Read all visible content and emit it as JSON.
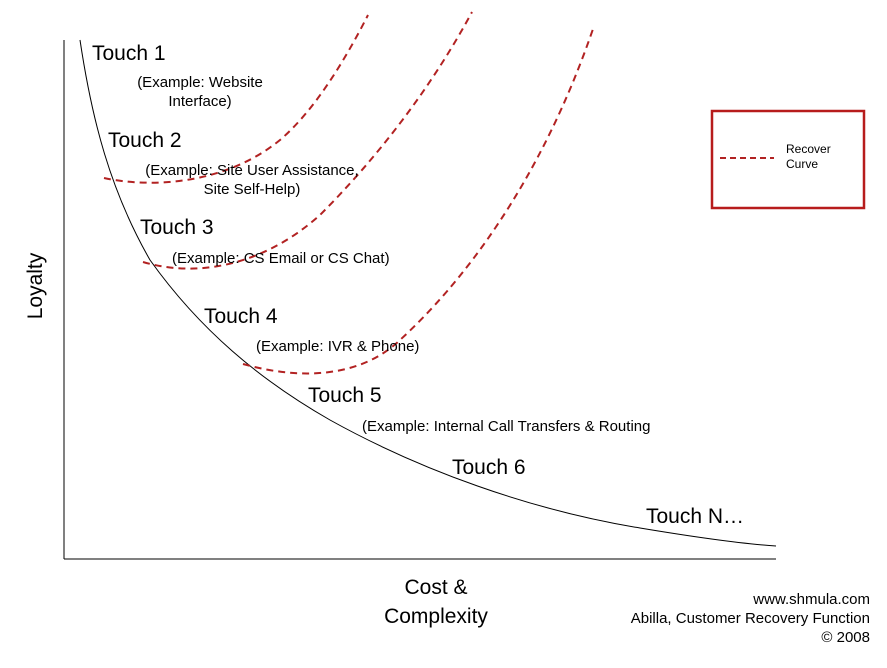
{
  "axes": {
    "x_label_lines": [
      "Cost &",
      "Complexity"
    ],
    "y_label": "Loyalty"
  },
  "touches": [
    {
      "title": "Touch 1",
      "example_lines": [
        "(Example: Website",
        "Interface)"
      ]
    },
    {
      "title": "Touch 2",
      "example_lines": [
        "(Example: Site User Assistance,",
        "Site Self-Help)"
      ]
    },
    {
      "title": "Touch 3",
      "example_lines": [
        "(Example: CS Email or CS Chat)"
      ]
    },
    {
      "title": "Touch 4",
      "example_lines": [
        "(Example: IVR & Phone)"
      ]
    },
    {
      "title": "Touch 5",
      "example_lines": [
        "(Example: Internal Call Transfers & Routing"
      ]
    },
    {
      "title": "Touch 6",
      "example_lines": []
    },
    {
      "title": "Touch N…",
      "example_lines": []
    }
  ],
  "legend": {
    "label_lines": [
      "Recover",
      "Curve"
    ],
    "border_color": "#b71c1c",
    "line_color": "#b22222"
  },
  "credits": {
    "lines": [
      "www.shmula.com",
      "Abilla, Customer Recovery Function",
      "© 2008"
    ]
  },
  "colors": {
    "main_curve": "#000000",
    "recover_curve": "#b22222"
  }
}
